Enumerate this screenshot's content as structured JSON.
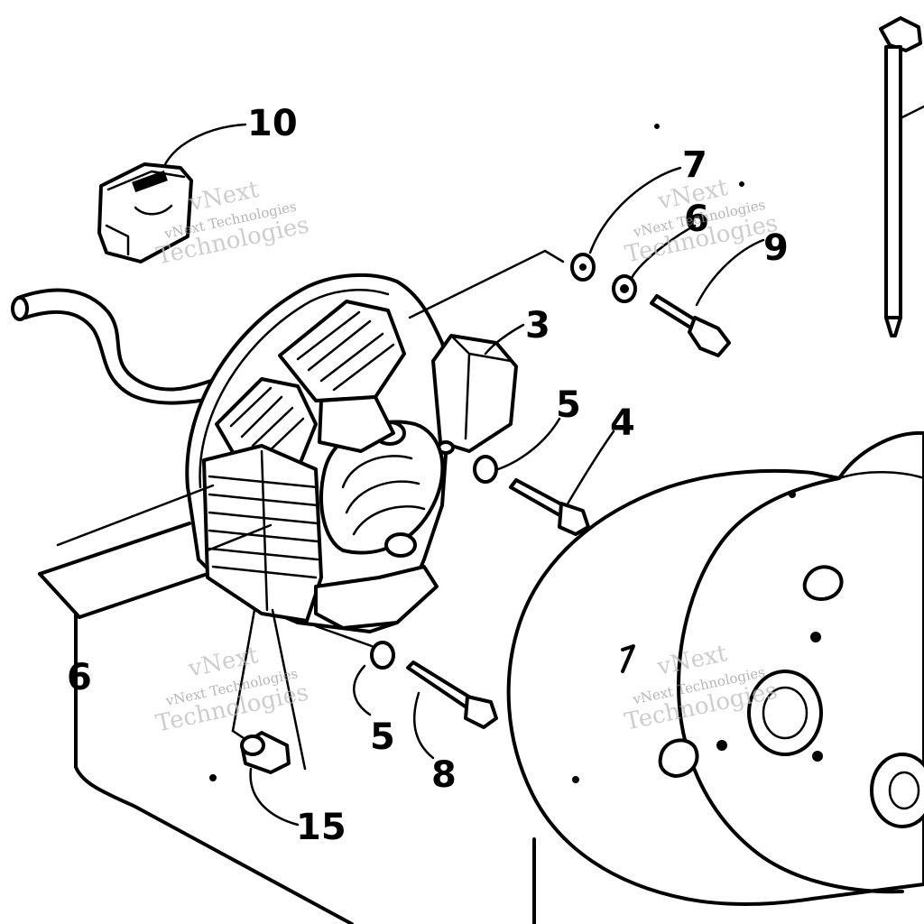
{
  "diagram": {
    "callouts": {
      "c10": "10",
      "c7": "7",
      "c6a": "6",
      "c9": "9",
      "c3": "3",
      "c5a": "5",
      "c4": "4",
      "c6b": "6",
      "c5b": "5",
      "c8": "8",
      "c15": "15"
    },
    "watermarks": {
      "w1": "vNext",
      "w2": "vNext Technologies",
      "w3": "Technologies"
    },
    "colors": {
      "ink": "#000000",
      "paper": "#ffffff",
      "watermark": "#bdbdbd"
    }
  }
}
